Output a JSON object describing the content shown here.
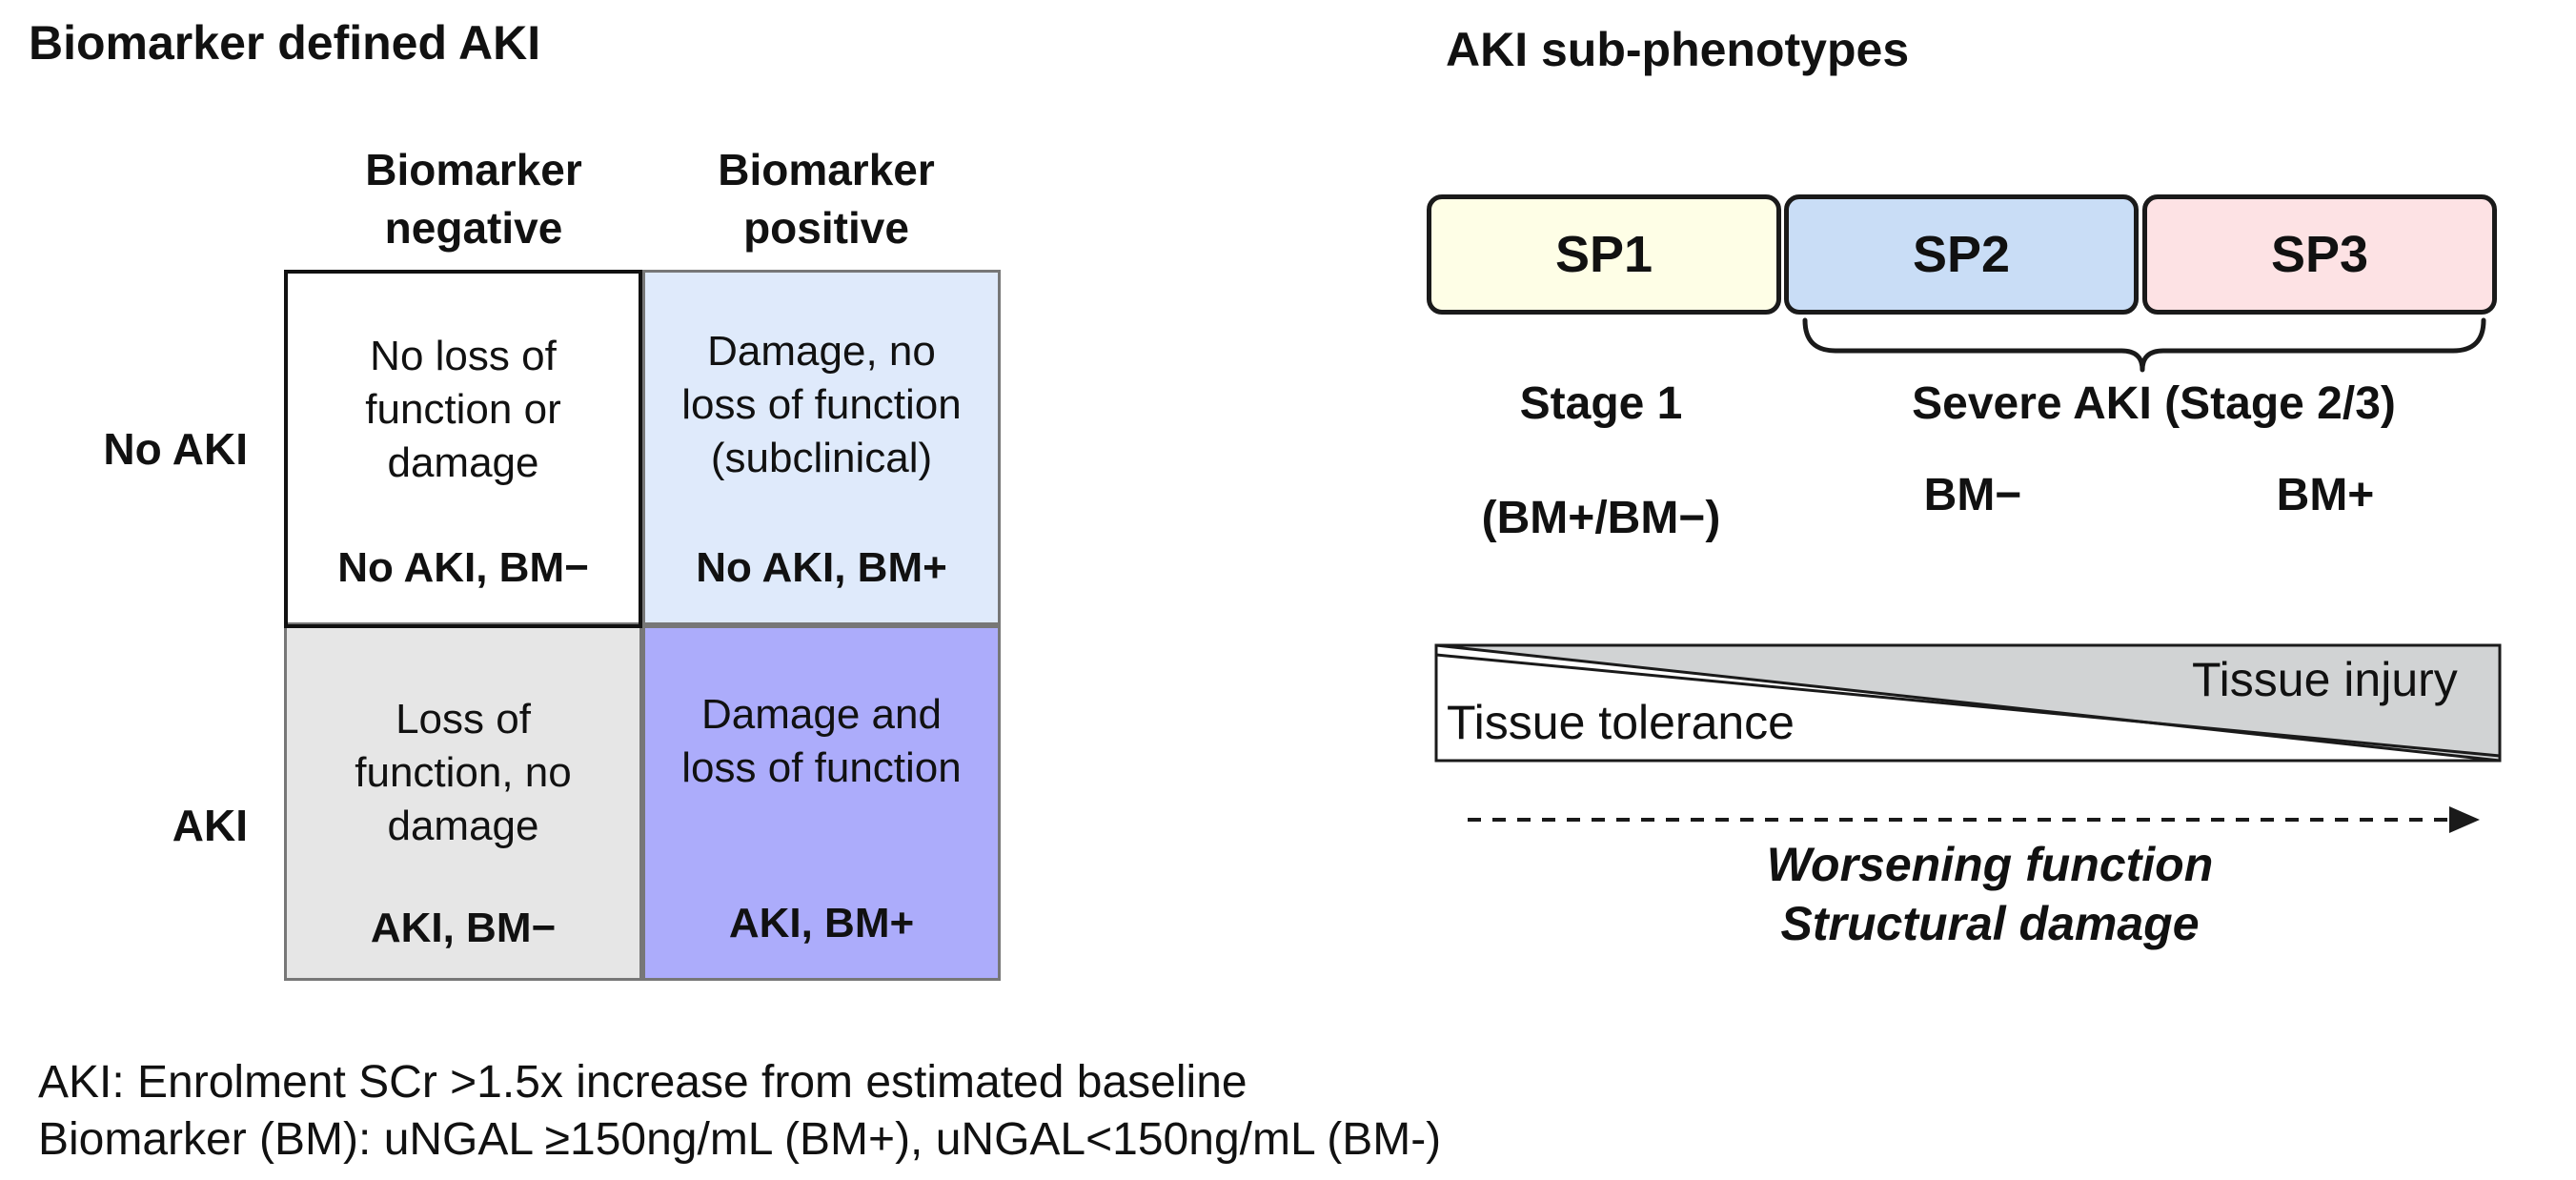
{
  "left_panel": {
    "title": "Biomarker defined AKI",
    "col_headers": [
      {
        "line1": "Biomarker",
        "line2": "negative"
      },
      {
        "line1": "Biomarker",
        "line2": "positive"
      }
    ],
    "row_labels": [
      "No AKI",
      "AKI"
    ],
    "cells": [
      {
        "lines": [
          "No loss of",
          "function or",
          "damage"
        ],
        "tag": "No AKI, BM−",
        "color": "#ffffff"
      },
      {
        "lines": [
          "Damage, no",
          "loss of function",
          "(subclinical)"
        ],
        "tag": "No AKI, BM+",
        "color": "#dfeafb"
      },
      {
        "lines": [
          "Loss of",
          "function, no",
          "damage"
        ],
        "tag": "AKI, BM−",
        "color": "#e6e6e6"
      },
      {
        "lines": [
          "Damage and",
          "loss of function"
        ],
        "tag": "AKI, BM+",
        "color": "#acacfb"
      }
    ]
  },
  "right_panel": {
    "title": "AKI sub-phenotypes",
    "subphenotypes": [
      {
        "label": "SP1",
        "color": "#fefee6"
      },
      {
        "label": "SP2",
        "color": "#c9ddf6"
      },
      {
        "label": "SP3",
        "color": "#fde2e4"
      }
    ],
    "stage1_label": "Stage 1",
    "stage1_bm": "(BM+/BM−)",
    "severe_label": "Severe AKI (Stage 2/3)",
    "sp2_bm": "BM−",
    "sp3_bm": "BM+",
    "wedge": {
      "tolerance_label": "Tissue tolerance",
      "injury_label": "Tissue injury",
      "injury_color": "#d1d3d4"
    },
    "arrow_label_1": "Worsening function",
    "arrow_label_2": "Structural damage"
  },
  "footnotes": [
    "AKI: Enrolment SCr >1.5x increase from estimated baseline",
    "Biomarker (BM): uNGAL ≥150ng/mL (BM+), uNGAL<150ng/mL (BM-)"
  ]
}
